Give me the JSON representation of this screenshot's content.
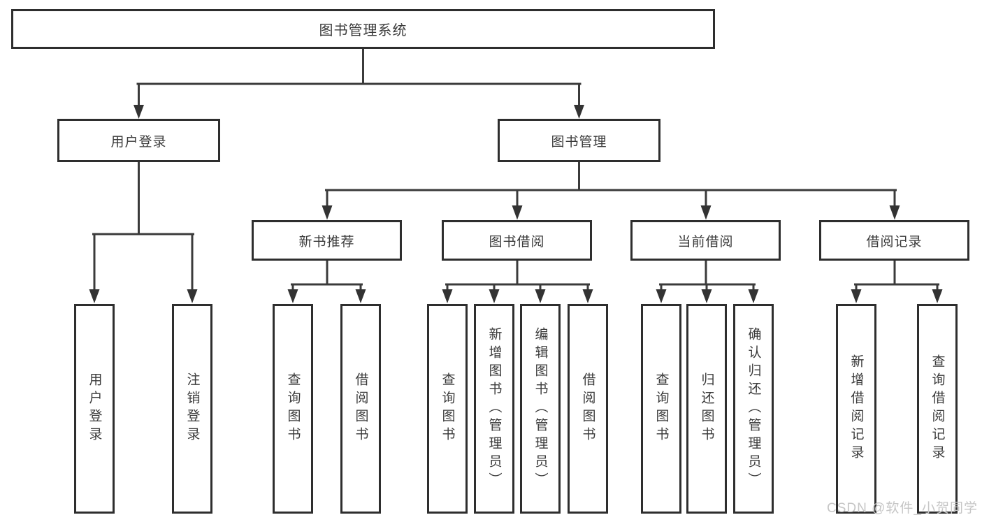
{
  "diagram": {
    "root": {
      "label": "图书管理系统"
    },
    "branches": [
      {
        "label": "用户登录",
        "children": [
          {
            "label": "用户登录"
          },
          {
            "label": "注销登录"
          }
        ]
      },
      {
        "label": "图书管理",
        "groups": [
          {
            "label": "新书推荐",
            "children": [
              {
                "label": "查询图书"
              },
              {
                "label": "借阅图书"
              }
            ]
          },
          {
            "label": "图书借阅",
            "children": [
              {
                "label": "查询图书"
              },
              {
                "label": "新增图书（管理员）"
              },
              {
                "label": "编辑图书（管理员）"
              },
              {
                "label": "借阅图书"
              }
            ]
          },
          {
            "label": "当前借阅",
            "children": [
              {
                "label": "查询图书"
              },
              {
                "label": "归还图书"
              },
              {
                "label": "确认归还（管理员）"
              }
            ]
          },
          {
            "label": "借阅记录",
            "children": [
              {
                "label": "新增借阅记录"
              },
              {
                "label": "查询借阅记录"
              }
            ]
          }
        ]
      }
    ],
    "watermark": "CSDN @软件_小贺同学",
    "colors": {
      "line": "#3b3b3b",
      "box_border": "#2e2e2e",
      "box_background": "#ffffff",
      "text": "#3a3a3a",
      "watermark": "#c6c6c6"
    }
  }
}
